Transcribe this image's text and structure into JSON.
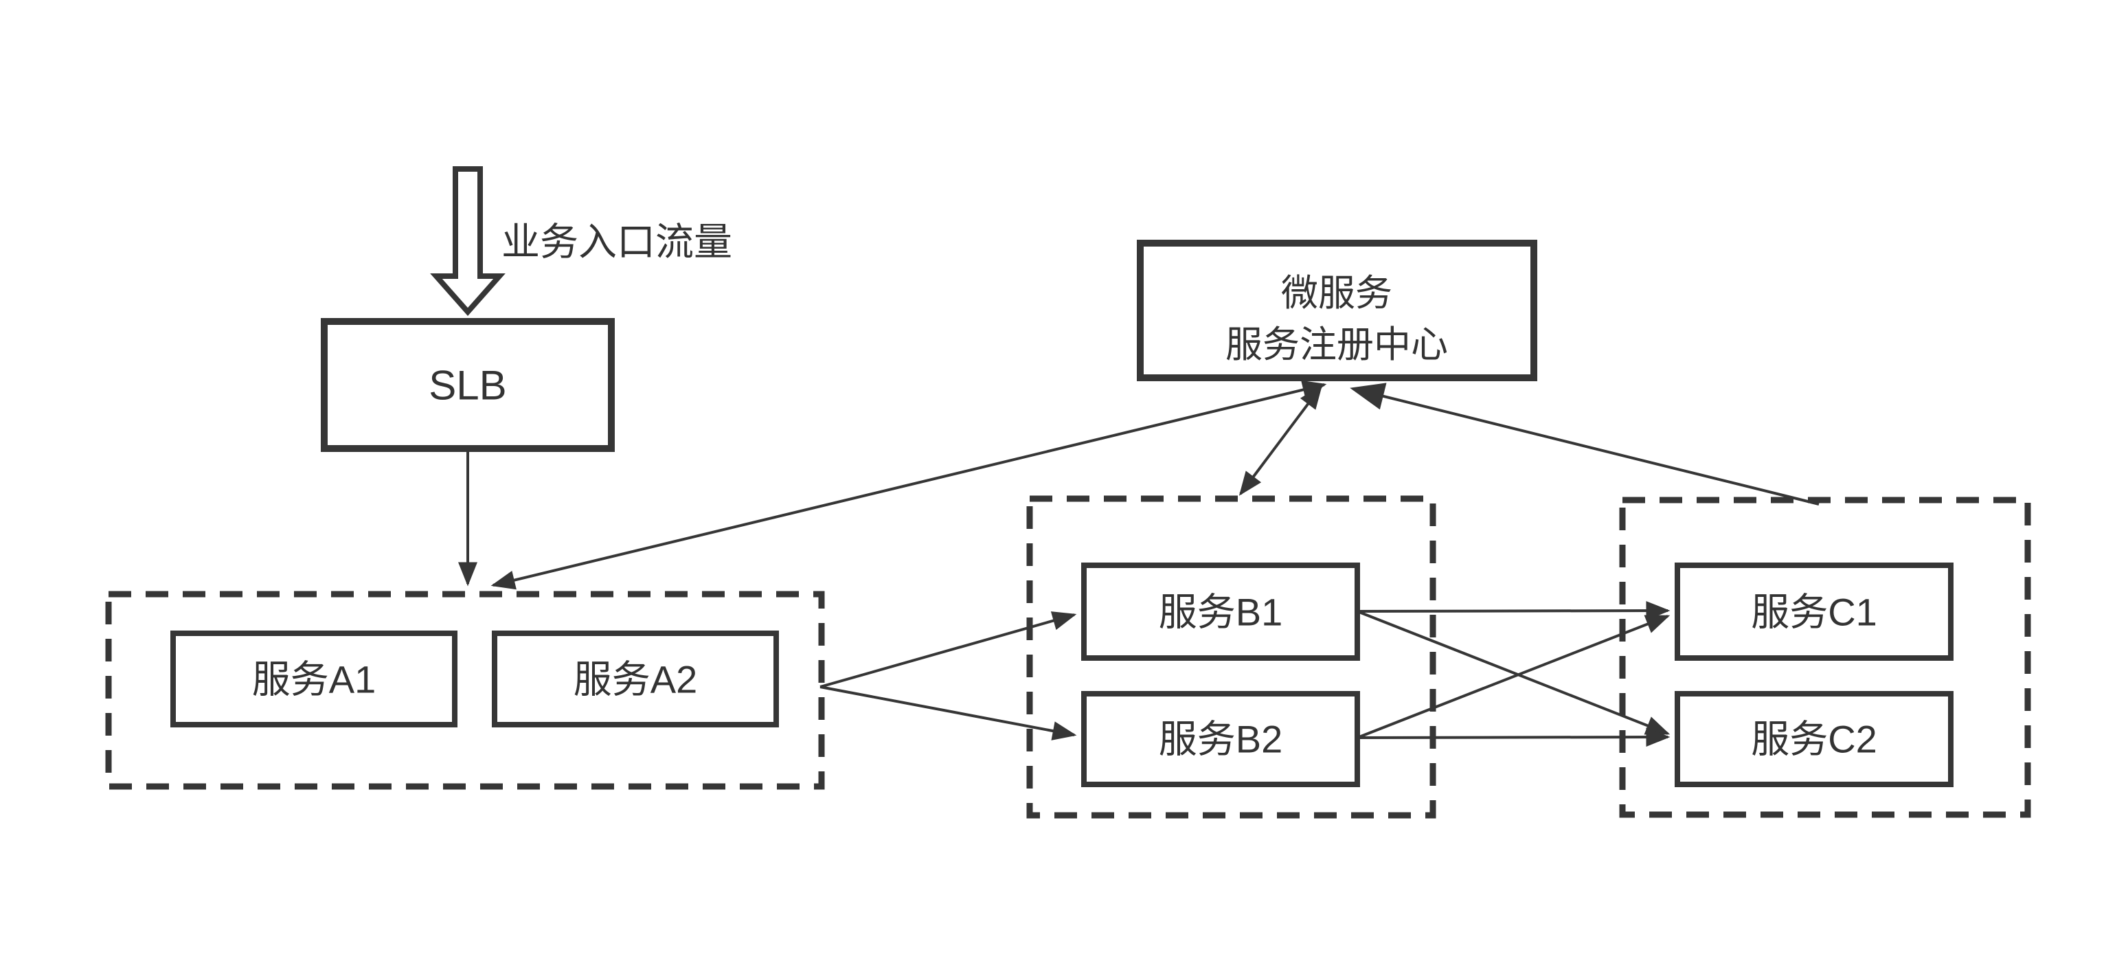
{
  "colors": {
    "stroke": "#363636",
    "text": "#333333",
    "canvas": "#ffffff"
  },
  "traffic": {
    "label": "业务入口流量",
    "arrow_icon": "down-arrow"
  },
  "nodes": {
    "slb": {
      "label": "SLB"
    },
    "registry": {
      "label_line1": "微服务",
      "label_line2": "服务注册中心"
    },
    "service_a1": {
      "label": "服务A1"
    },
    "service_a2": {
      "label": "服务A2"
    },
    "service_b1": {
      "label": "服务B1"
    },
    "service_b2": {
      "label": "服务B2"
    },
    "service_c1": {
      "label": "服务C1"
    },
    "service_c2": {
      "label": "服务C2"
    }
  },
  "groups": [
    {
      "id": "group-a",
      "style": "dashed",
      "members": [
        "服务A1",
        "服务A2"
      ]
    },
    {
      "id": "group-b",
      "style": "dashed",
      "members": [
        "服务B1",
        "服务B2"
      ]
    },
    {
      "id": "group-c",
      "style": "dashed",
      "members": [
        "服务C1",
        "服务C2"
      ]
    }
  ],
  "edges": [
    {
      "from": "SLB",
      "to": "group-a",
      "arrows": "to"
    },
    {
      "from": "group-a",
      "to": "registry",
      "arrows": "both"
    },
    {
      "from": "group-b",
      "to": "registry",
      "arrows": "both"
    },
    {
      "from": "group-c",
      "to": "registry",
      "arrows": "to"
    },
    {
      "from": "group-a",
      "to": "服务B1",
      "arrows": "to"
    },
    {
      "from": "group-a",
      "to": "服务B2",
      "arrows": "to"
    },
    {
      "from": "服务B1",
      "to": "服务C1",
      "arrows": "to"
    },
    {
      "from": "服务B1",
      "to": "服务C2",
      "arrows": "to"
    },
    {
      "from": "服务B2",
      "to": "服务C1",
      "arrows": "to"
    },
    {
      "from": "服务B2",
      "to": "服务C2",
      "arrows": "to"
    }
  ]
}
